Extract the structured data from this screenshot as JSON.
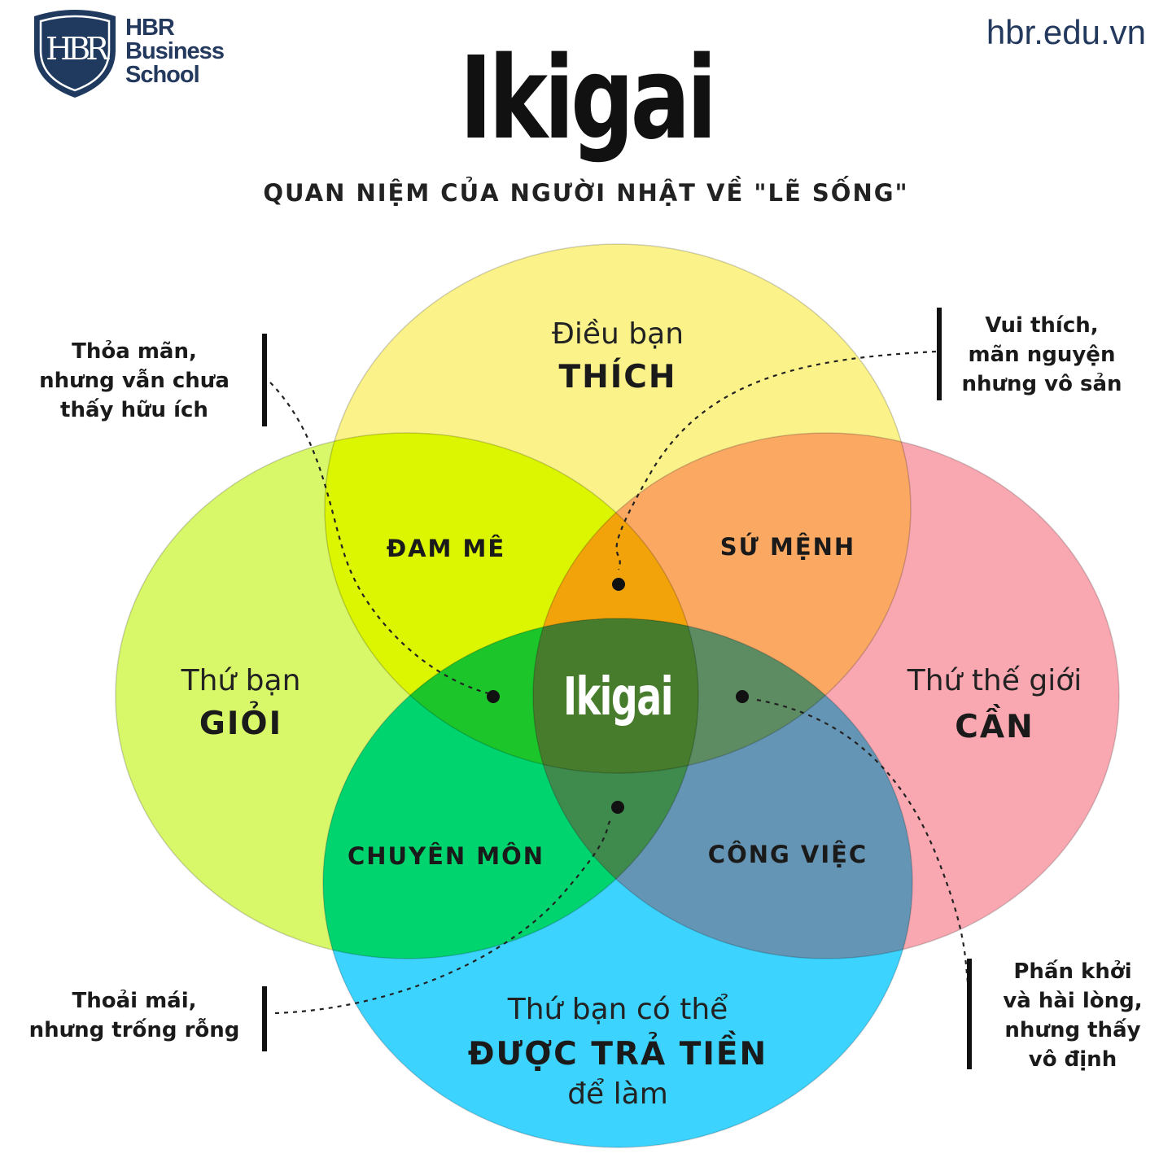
{
  "logo": {
    "monogram": "HBR",
    "lines": [
      "HBR",
      "Business",
      "School"
    ]
  },
  "site": "hbr.edu.vn",
  "title": "Ikigai",
  "subtitle": "QUAN NIỆM CỦA NGƯỜI NHẬT VỀ \"LẼ SỐNG\"",
  "circles": {
    "love": {
      "line1": "Điều bạn",
      "line2": "THÍCH",
      "color": "#fbf28a"
    },
    "good": {
      "line1": "Thứ bạn",
      "line2": "GIỎI",
      "color": "#d8f86a"
    },
    "need": {
      "line1": "Thứ thế giới",
      "line2": "CẦN",
      "color": "#f9a7b0"
    },
    "paid": {
      "line1": "Thứ bạn có thể",
      "line2": "ĐƯỢC TRẢ TIỀN",
      "line3": "để làm",
      "color": "#3dd3ff"
    }
  },
  "overlaps": {
    "passion": "ĐAM MÊ",
    "mission": "SỨ MỆNH",
    "profession": "CHUYÊN MÔN",
    "vocation": "CÔNG VIỆC"
  },
  "center": "Ikigai",
  "notes": {
    "top_left": [
      "Thỏa mãn,",
      "nhưng vẫn chưa",
      "thấy hữu ích"
    ],
    "top_right": [
      "Vui thích,",
      "mãn nguyện",
      "nhưng vô sản"
    ],
    "bottom_left": [
      "Thoải mái,",
      "nhưng trống rỗng"
    ],
    "bottom_right": [
      "Phấn khởi",
      "và hài lòng,",
      "nhưng thấy",
      "vô định"
    ]
  },
  "colors": {
    "passion": "#dcf500",
    "mission": "#fba862",
    "profession": "#00d46e",
    "vocation": "#6595b4",
    "top_center": "#f3a30a",
    "center": "#467c2c",
    "left_center": "#1cc62a",
    "right_center": "#5d8c63",
    "bottom_center": "#3f8a4d"
  }
}
